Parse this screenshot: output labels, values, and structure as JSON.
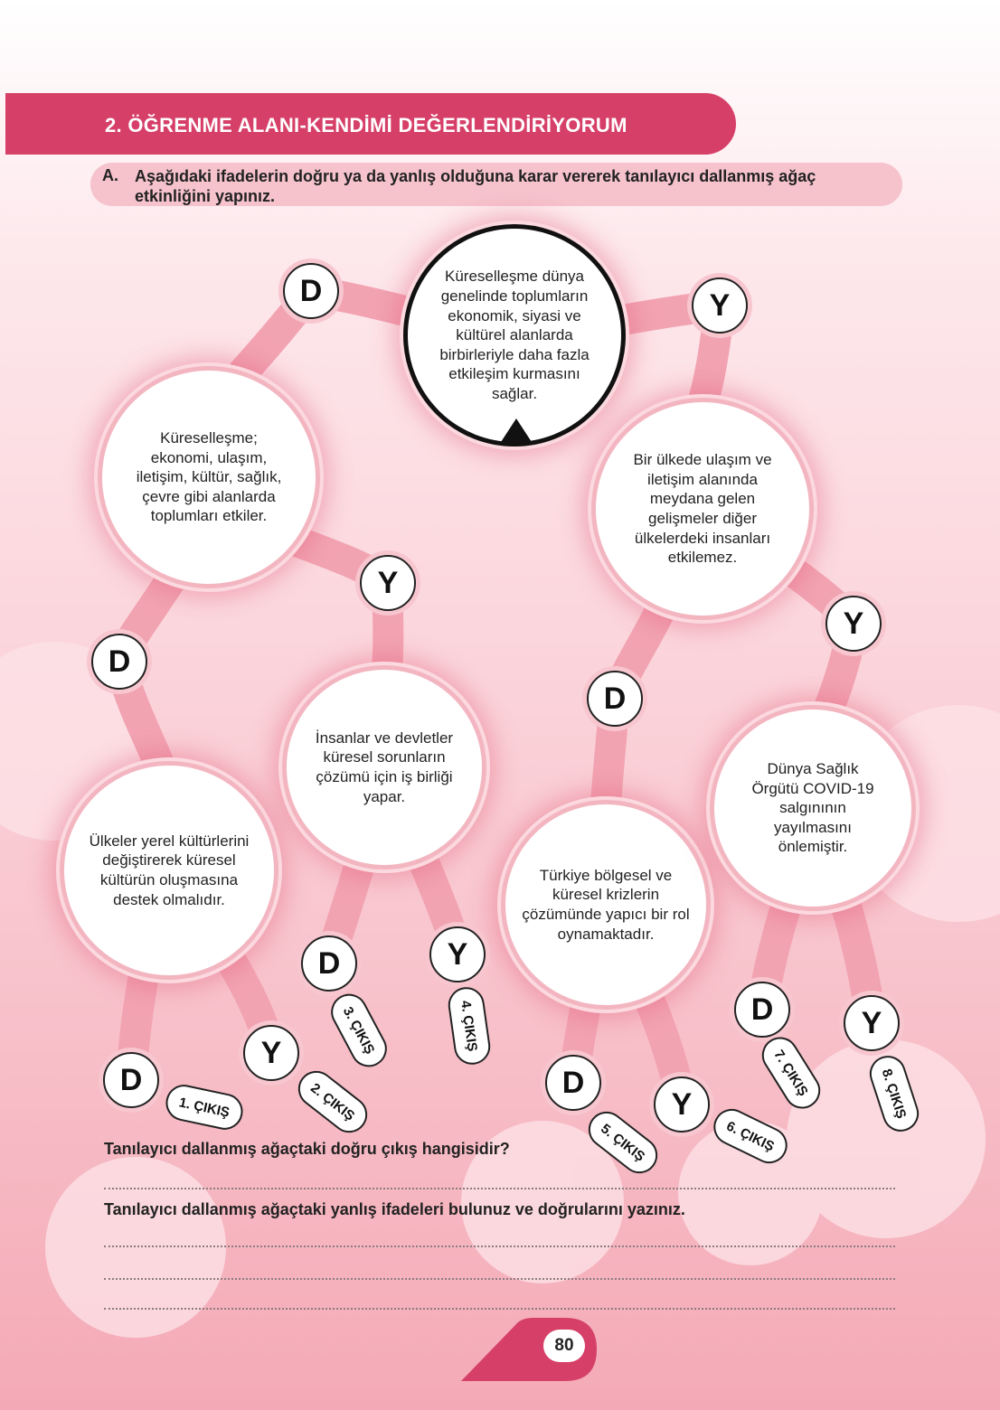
{
  "header": {
    "title": "2. ÖĞRENME ALANI-KENDİMİ DEĞERLENDİRİYORUM"
  },
  "instruction": {
    "letter": "A.",
    "text": "Aşağıdaki ifadelerin doğru ya da yanlış olduğuna karar vererek tanılayıcı dallanmış ağaç etkinliğini yapınız."
  },
  "tree": {
    "root": "Küreselleşme dünya genelinde toplumların ekonomik, siyasi ve kültürel alanlarda birbirleriyle daha fazla etkileşim kurmasını sağlar.",
    "left": "Küreselleşme; ekonomi, ulaşım, iletişim, kültür, sağlık, çevre gibi alanlarda toplumları etkiler.",
    "right": "Bir ülkede ulaşım ve iletişim alanında meydana gelen gelişmeler diğer ülkelerdeki insanları etkilemez.",
    "left_left": "Ülkeler yerel kültürlerini değiştirerek küresel kültürün oluşmasına destek olmalıdır.",
    "left_right": "İnsanlar ve devletler küresel sorunların çözümü için iş birliği yapar.",
    "right_left": "Türkiye bölgesel ve küresel krizlerin çözümünde yapıcı bir rol oynamaktadır.",
    "right_right": "Dünya Sağlık Örgütü COVID-19 salgınının yayılmasını önlemiştir.",
    "true_label": "D",
    "false_label": "Y"
  },
  "exits": [
    "1. ÇIKIŞ",
    "2. ÇIKIŞ",
    "3. ÇIKIŞ",
    "4. ÇIKIŞ",
    "5. ÇIKIŞ",
    "6. ÇIKIŞ",
    "7. ÇIKIŞ",
    "8. ÇIKIŞ"
  ],
  "questions": {
    "q1": "Tanılayıcı dallanmış ağaçtaki doğru çıkış hangisidir?",
    "q2": "Tanılayıcı dallanmış ağaçtaki yanlış ifadeleri bulunuz ve doğrularını yazınız."
  },
  "page": {
    "number": "80"
  },
  "colors": {
    "accent": "#d63f68",
    "pill": "#f6c3cd",
    "branch": "#f2a3b2"
  }
}
